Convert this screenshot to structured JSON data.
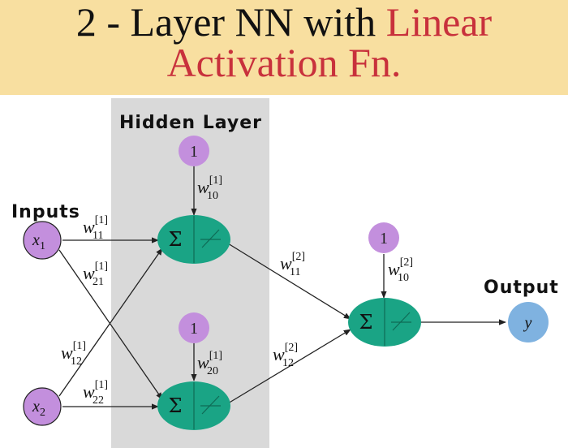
{
  "title": {
    "part1": "2 - Layer NN with ",
    "accent1": "Linear",
    "accent2": "Activation Fn."
  },
  "colors": {
    "banner": "#f8dfa0",
    "accent": "#c8313c",
    "hidden_layer_band": "#d9d9d9",
    "input_node": "#c38fdd",
    "bias_node": "#c38fdd",
    "neuron": "#1aa485",
    "output_node": "#7fb2e0"
  },
  "labels": {
    "hidden_layer": "Hidden Layer",
    "inputs": "Inputs",
    "output": "Output"
  },
  "nodes": {
    "x1": {
      "base": "x",
      "sub": "1"
    },
    "x2": {
      "base": "x",
      "sub": "2"
    },
    "y": "y",
    "bias": "1",
    "sum_symbol": "Σ"
  },
  "weights": {
    "w11_1": {
      "base": "w",
      "sup": "[1]",
      "sub": "11"
    },
    "w21_1": {
      "base": "w",
      "sup": "[1]",
      "sub": "21"
    },
    "w12_1": {
      "base": "w",
      "sup": "[1]",
      "sub": "12"
    },
    "w22_1": {
      "base": "w",
      "sup": "[1]",
      "sub": "22"
    },
    "w10_1": {
      "base": "w",
      "sup": "[1]",
      "sub": "10"
    },
    "w20_1": {
      "base": "w",
      "sup": "[1]",
      "sub": "20"
    },
    "w11_2": {
      "base": "w",
      "sup": "[2]",
      "sub": "11"
    },
    "w12_2": {
      "base": "w",
      "sup": "[2]",
      "sub": "12"
    },
    "w10_2": {
      "base": "w",
      "sup": "[2]",
      "sub": "10"
    }
  }
}
